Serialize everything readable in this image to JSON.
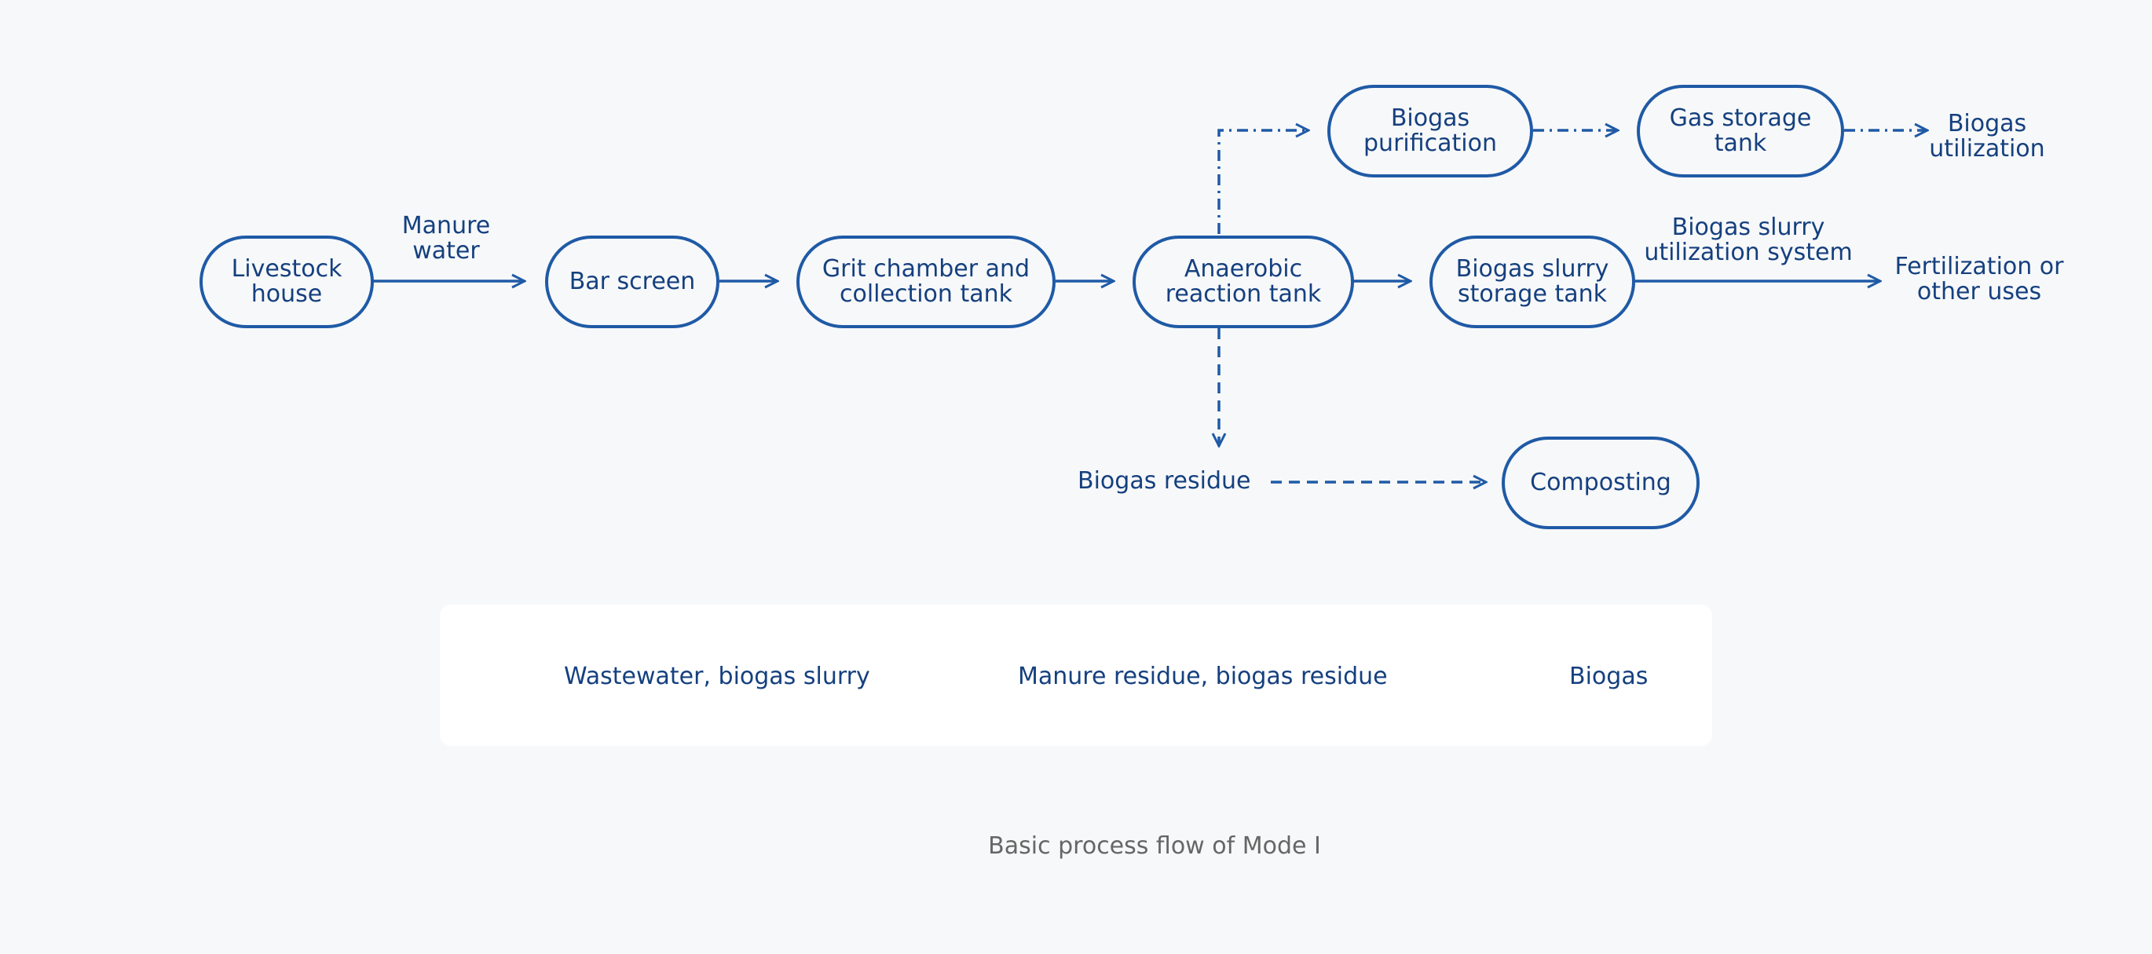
{
  "colors": {
    "stroke": "#1f5aa6",
    "text": "#15407f",
    "caption": "#666666"
  },
  "nodes": {
    "livestock_house": "Livestock\nhouse",
    "bar_screen": "Bar screen",
    "grit_chamber": "Grit chamber and\ncollection tank",
    "anaerobic_tank": "Anaerobic\nreaction tank",
    "slurry_storage": "Biogas slurry\nstorage tank",
    "biogas_purification": "Biogas\npurification",
    "gas_storage": "Gas storage\ntank",
    "composting": "Composting"
  },
  "labels": {
    "manure_water": "Manure\nwater",
    "biogas_utilization": "Biogas\nutilization",
    "slurry_utilization_system": "Biogas slurry\nutilization system",
    "fertilization": "Fertilization or\nother uses",
    "biogas_residue": "Biogas residue"
  },
  "legend": {
    "solid": "Wastewater, biogas slurry",
    "dashed": "Manure residue, biogas residue",
    "dashdot": "Biogas"
  },
  "caption": "Basic process flow of Mode Ⅰ"
}
